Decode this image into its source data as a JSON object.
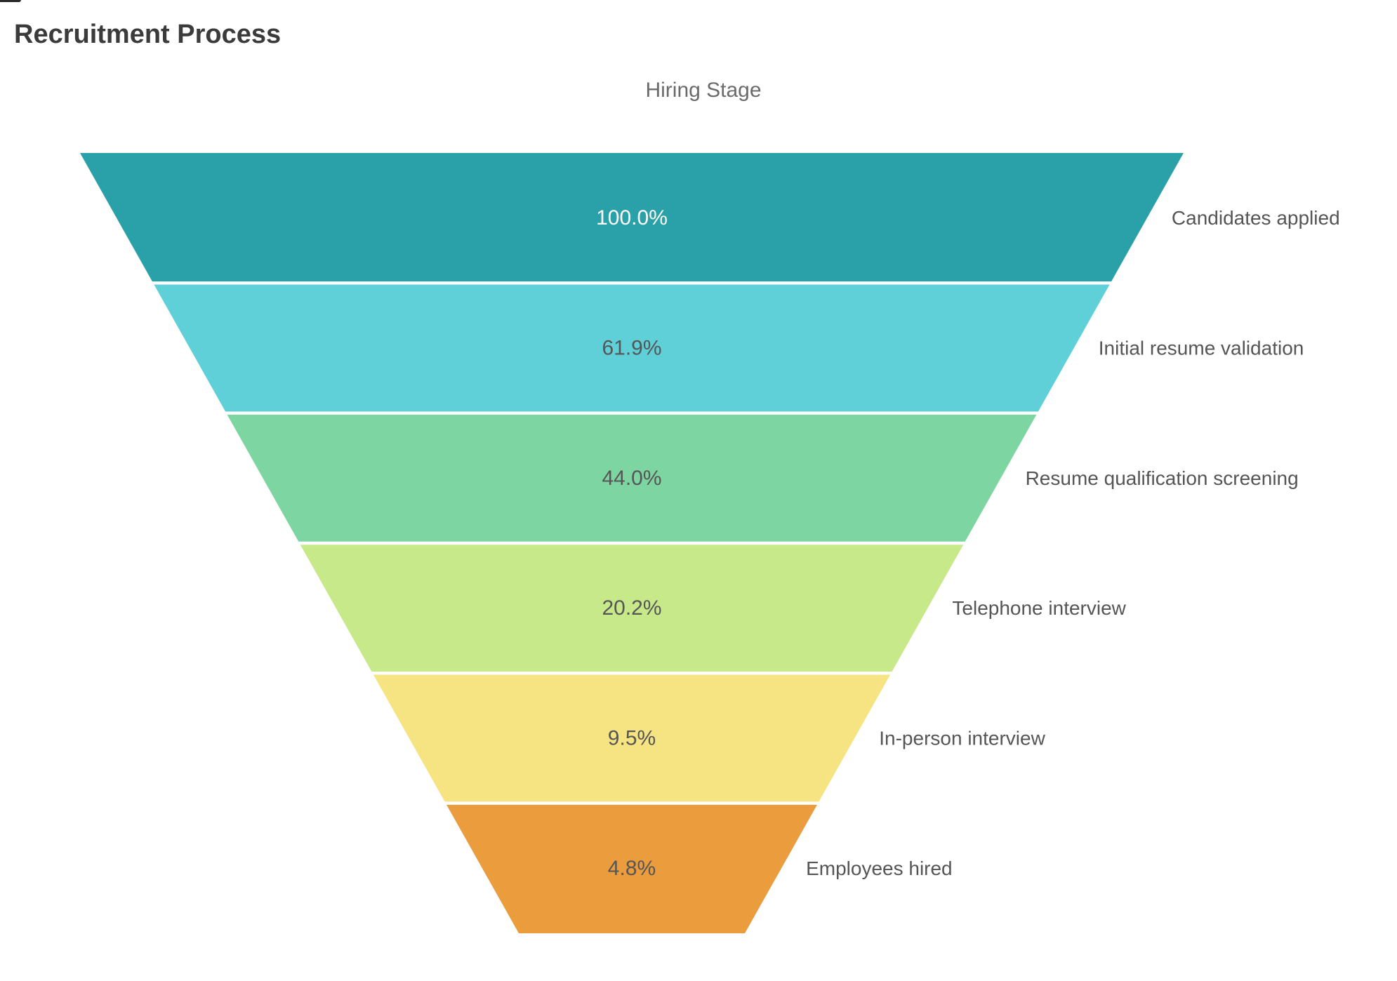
{
  "chart_data": {
    "type": "funnel",
    "title": "Recruitment Process",
    "axis_title": "Hiring Stage",
    "orientation": "top-to-bottom",
    "value_format": "percent-of-initial",
    "legend": "none",
    "stages": [
      {
        "label": "Candidates applied",
        "percent": 100.0,
        "percent_label": "100.0%",
        "color": "#2AA1A8",
        "value_text_color": "#ffffff"
      },
      {
        "label": "Initial resume validation",
        "percent": 61.9,
        "percent_label": "61.9%",
        "color": "#5FD0D8",
        "value_text_color": "#565656"
      },
      {
        "label": "Resume qualification screening",
        "percent": 44.0,
        "percent_label": "44.0%",
        "color": "#7DD6A1",
        "value_text_color": "#565656"
      },
      {
        "label": "Telephone interview",
        "percent": 20.2,
        "percent_label": "20.2%",
        "color": "#C8E98A",
        "value_text_color": "#565656"
      },
      {
        "label": "In-person interview",
        "percent": 9.5,
        "percent_label": "9.5%",
        "color": "#F6E483",
        "value_text_color": "#565656"
      },
      {
        "label": "Employees hired",
        "percent": 4.8,
        "percent_label": "4.8%",
        "color": "#EB9C3D",
        "value_text_color": "#565656"
      }
    ],
    "colors": {
      "stage_label_text": "#555555",
      "title_text": "#3b3b3b",
      "axis_title_text": "#6b6b6b",
      "separator": "#ffffff",
      "background": "#ffffff"
    }
  }
}
